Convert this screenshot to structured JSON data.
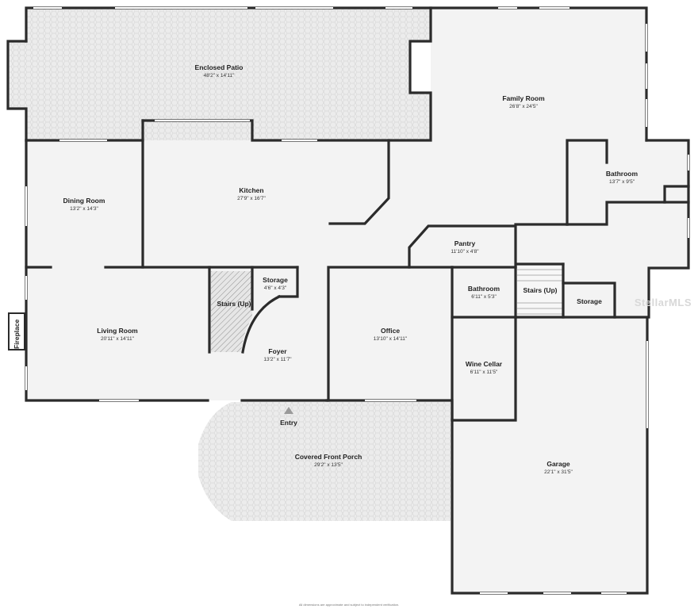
{
  "rooms": {
    "enclosed_patio": {
      "name": "Enclosed Patio",
      "dims": "48'2\" x 14'11\""
    },
    "family_room": {
      "name": "Family Room",
      "dims": "26'8\" x 24'5\""
    },
    "kitchen": {
      "name": "Kitchen",
      "dims": "27'9\" x 16'7\""
    },
    "dining_room": {
      "name": "Dining Room",
      "dims": "13'2\" x 14'3\""
    },
    "bathroom_1": {
      "name": "Bathroom",
      "dims": "13'7\" x 9'5\""
    },
    "pantry": {
      "name": "Pantry",
      "dims": "11'10\" x 4'8\""
    },
    "storage_1": {
      "name": "Storage",
      "dims": "4'6\" x 4'3\""
    },
    "stairs_up_1": {
      "name": "Stairs (Up)"
    },
    "bathroom_2": {
      "name": "Bathroom",
      "dims": "6'11\" x 5'3\""
    },
    "stairs_up_2": {
      "name": "Stairs (Up)"
    },
    "storage_2": {
      "name": "Storage"
    },
    "living_room": {
      "name": "Living Room",
      "dims": "20'11\" x 14'11\""
    },
    "foyer": {
      "name": "Foyer",
      "dims": "13'2\" x 11'7\""
    },
    "office": {
      "name": "Office",
      "dims": "13'10\" x 14'11\""
    },
    "wine_cellar": {
      "name": "Wine Cellar",
      "dims": "6'11\" x 11'5\""
    },
    "fireplace": {
      "name": "Fireplace"
    },
    "entry": {
      "name": "Entry"
    },
    "covered_front_porch": {
      "name": "Covered Front Porch",
      "dims": "29'2\" x 13'5\""
    },
    "garage": {
      "name": "Garage",
      "dims": "22'1\" x 31'5\""
    }
  },
  "watermark": "StellarMLS",
  "footer_note": "All dimensions are approximate and subject to independent verification.",
  "colors": {
    "wall": "#2b2b2b",
    "floor": "#f2f2f2",
    "paver": "#e9e9e9",
    "background": "#ffffff"
  }
}
